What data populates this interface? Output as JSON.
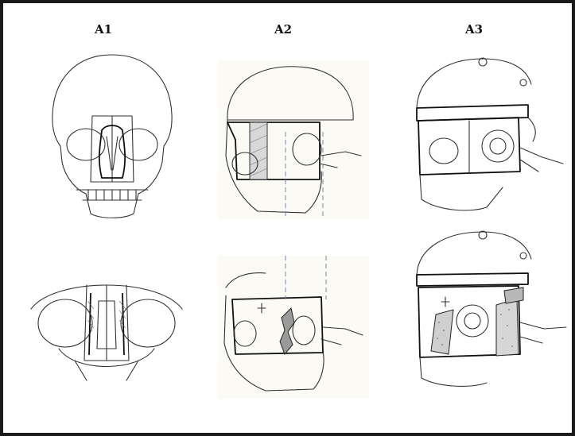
{
  "figure": {
    "columns": [
      {
        "label": "A1"
      },
      {
        "label": "A2"
      },
      {
        "label": "A3"
      }
    ],
    "panels": [
      {
        "id": "A1-top",
        "icon": "skull-frontal-illustration"
      },
      {
        "id": "A1-bottom",
        "icon": "midface-orbits-illustration"
      },
      {
        "id": "A2-top",
        "icon": "skull-oblique-osteotomy-illustration"
      },
      {
        "id": "A2-bottom",
        "icon": "skull-oblique-advanced-illustration"
      },
      {
        "id": "A3-top",
        "icon": "skull-lateral-craniotomy-illustration"
      },
      {
        "id": "A3-bottom",
        "icon": "skull-lateral-bone-graft-illustration"
      }
    ],
    "colors": {
      "frame": "#1a1a1a",
      "ink": "#333333",
      "dashed_guide": "#7a86a6"
    }
  }
}
